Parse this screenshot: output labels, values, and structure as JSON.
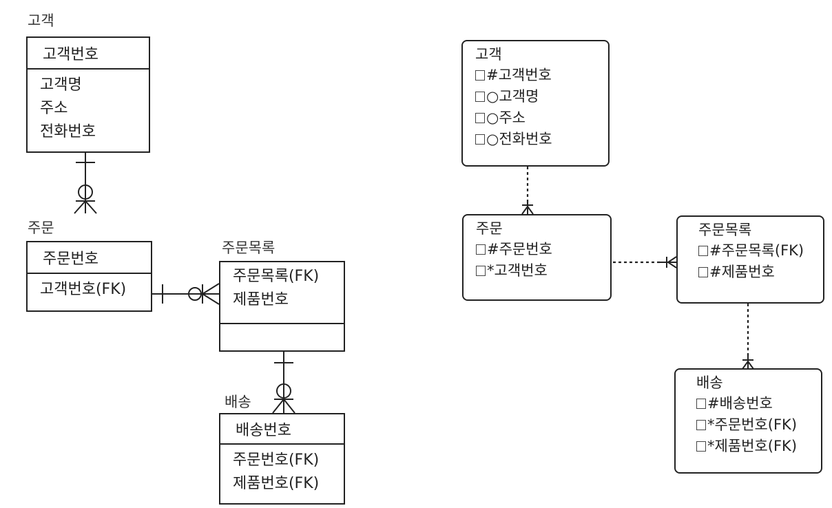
{
  "left_diagram": {
    "customer": {
      "label": "고객",
      "pk": "고객번호",
      "attrs": [
        "고객명",
        "주소",
        "전화번호"
      ]
    },
    "order": {
      "label": "주문",
      "pk": "주문번호",
      "attrs": [
        "고객번호(FK)"
      ]
    },
    "order_list": {
      "label": "주문목록",
      "attrs": [
        "주문목록(FK)",
        "제품번호"
      ]
    },
    "delivery": {
      "label": "배송",
      "pk": "배송번호",
      "attrs": [
        "주문번호(FK)",
        "제품번호(FK)"
      ]
    }
  },
  "right_diagram": {
    "customer": {
      "title": "고객",
      "rows": [
        "#고객번호",
        "○고객명",
        "○주소",
        "○전화번호"
      ]
    },
    "order": {
      "title": "주문",
      "rows": [
        "#주문번호",
        "*고객번호"
      ]
    },
    "order_list": {
      "title": "주문목록",
      "rows": [
        "#주문목록(FK)",
        "#제품번호"
      ]
    },
    "delivery": {
      "title": "배송",
      "rows": [
        "#배송번호",
        "*주문번호(FK)",
        "*제품번호(FK)"
      ]
    }
  }
}
